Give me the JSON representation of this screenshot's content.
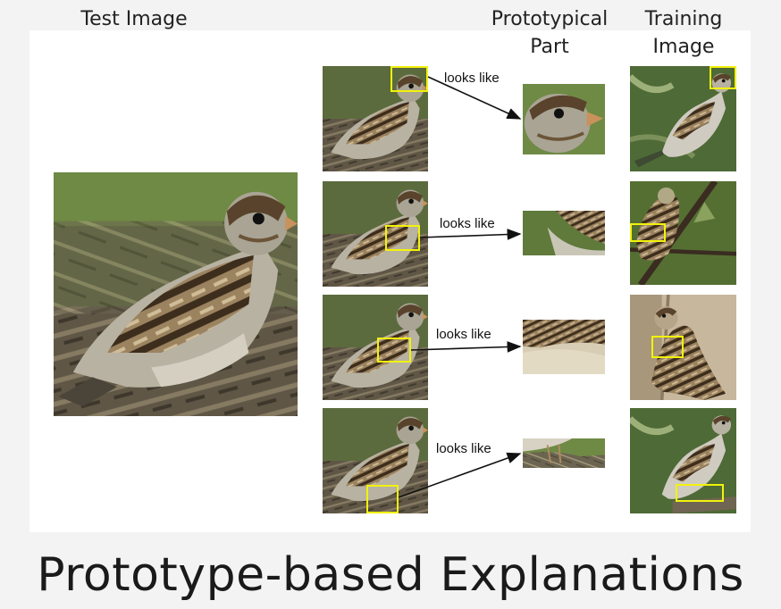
{
  "headers": {
    "test_image": "Test Image",
    "prototypical_part_line1": "Prototypical",
    "prototypical_part_line2": "Part",
    "training_image_line1": "Training",
    "training_image_line2": "Image"
  },
  "rows": [
    {
      "relation": "looks like",
      "part": "head"
    },
    {
      "relation": "looks like",
      "part": "wing"
    },
    {
      "relation": "looks like",
      "part": "belly"
    },
    {
      "relation": "looks like",
      "part": "legs"
    }
  ],
  "title": "Prototype-based Explanations",
  "colors": {
    "highlight": "#f2f20c",
    "arrow": "#111111",
    "title": "#1a1a1a"
  }
}
